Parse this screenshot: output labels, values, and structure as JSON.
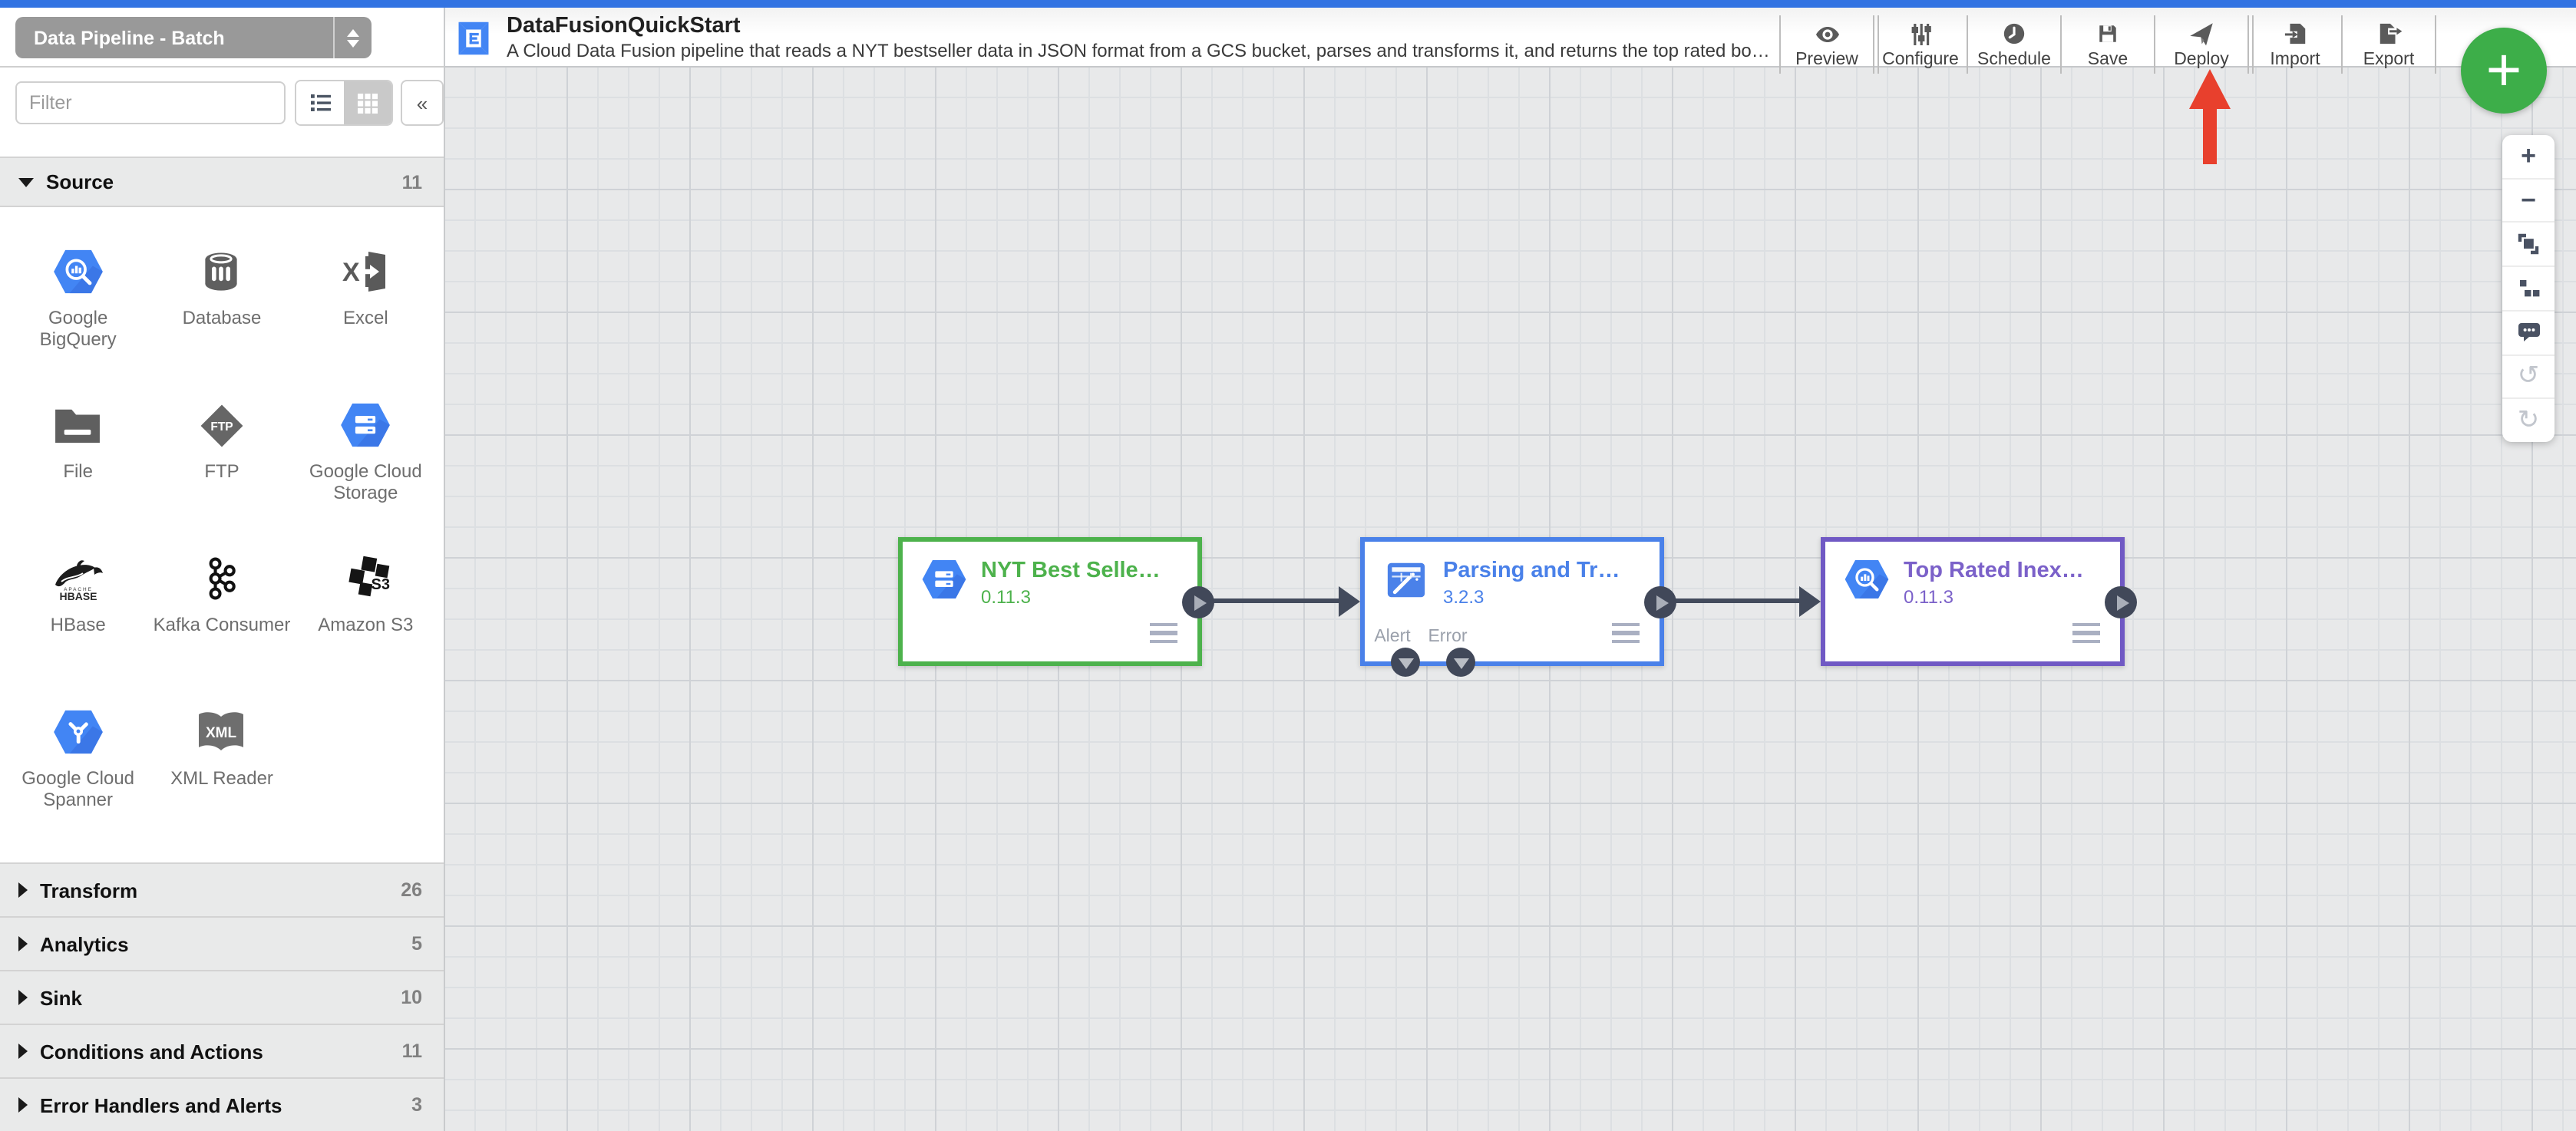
{
  "app": {
    "top_bar_color": "#3273e2",
    "canvas_background": "#e8e9ea"
  },
  "header": {
    "title": "DataFusionQuickStart",
    "description": "A Cloud Data Fusion pipeline that reads a NYT bestseller data in JSON format from a GCS bucket, parses and transforms it, and returns the top rated book…",
    "toolbar": [
      {
        "label": "Preview",
        "icon": "eye-icon"
      },
      {
        "label": "Configure",
        "icon": "sliders-icon"
      },
      {
        "label": "Schedule",
        "icon": "clock-icon"
      },
      {
        "label": "Save",
        "icon": "floppy-icon"
      },
      {
        "label": "Deploy",
        "icon": "paper-plane-icon"
      },
      {
        "label": "Import",
        "icon": "import-icon"
      },
      {
        "label": "Export",
        "icon": "export-icon"
      }
    ],
    "add_button": {
      "glyph": "+",
      "color": "#3dae49"
    }
  },
  "sidebar": {
    "pipeline_type_selector": "Data Pipeline - Batch",
    "filter_placeholder": "Filter",
    "collapse_glyph": "«",
    "sections": [
      {
        "label": "Source",
        "count": "11",
        "expanded": true
      },
      {
        "label": "Transform",
        "count": "26",
        "expanded": false
      },
      {
        "label": "Analytics",
        "count": "5",
        "expanded": false
      },
      {
        "label": "Sink",
        "count": "10",
        "expanded": false
      },
      {
        "label": "Conditions and Actions",
        "count": "11",
        "expanded": false
      },
      {
        "label": "Error Handlers and Alerts",
        "count": "3",
        "expanded": false
      }
    ],
    "source_plugins": [
      {
        "label": "Google BigQuery",
        "icon": "bigquery-icon"
      },
      {
        "label": "Database",
        "icon": "database-icon"
      },
      {
        "label": "Excel",
        "icon": "excel-icon"
      },
      {
        "label": "File",
        "icon": "folder-icon"
      },
      {
        "label": "FTP",
        "icon": "ftp-icon"
      },
      {
        "label": "Google Cloud Storage",
        "icon": "gcs-icon"
      },
      {
        "label": "HBase",
        "icon": "hbase-icon"
      },
      {
        "label": "Kafka Consumer",
        "icon": "kafka-icon"
      },
      {
        "label": "Amazon S3",
        "icon": "s3-icon"
      },
      {
        "label": "Google Cloud Spanner",
        "icon": "spanner-icon"
      },
      {
        "label": "XML Reader",
        "icon": "xml-icon"
      }
    ]
  },
  "canvas": {
    "nodes": [
      {
        "title": "NYT Best Selle…",
        "version": "0.11.3",
        "accent_color": "#4db24c",
        "icon": "gcs-icon"
      },
      {
        "title": "Parsing and Tr…",
        "version": "3.2.3",
        "accent_color": "#4a81e9",
        "icon": "wrangler-icon",
        "alert_label": "Alert",
        "error_label": "Error"
      },
      {
        "title": "Top Rated Inex…",
        "version": "0.11.3",
        "accent_color": "#7059c4",
        "icon": "bigquery-icon"
      }
    ],
    "zoom_controls": {
      "zoom_in_glyph": "+",
      "zoom_out_glyph": "−",
      "undo_glyph": "↺",
      "redo_glyph": "↻"
    },
    "annotation_arrow": {
      "color": "#e8402d",
      "points_at": "Deploy"
    }
  }
}
